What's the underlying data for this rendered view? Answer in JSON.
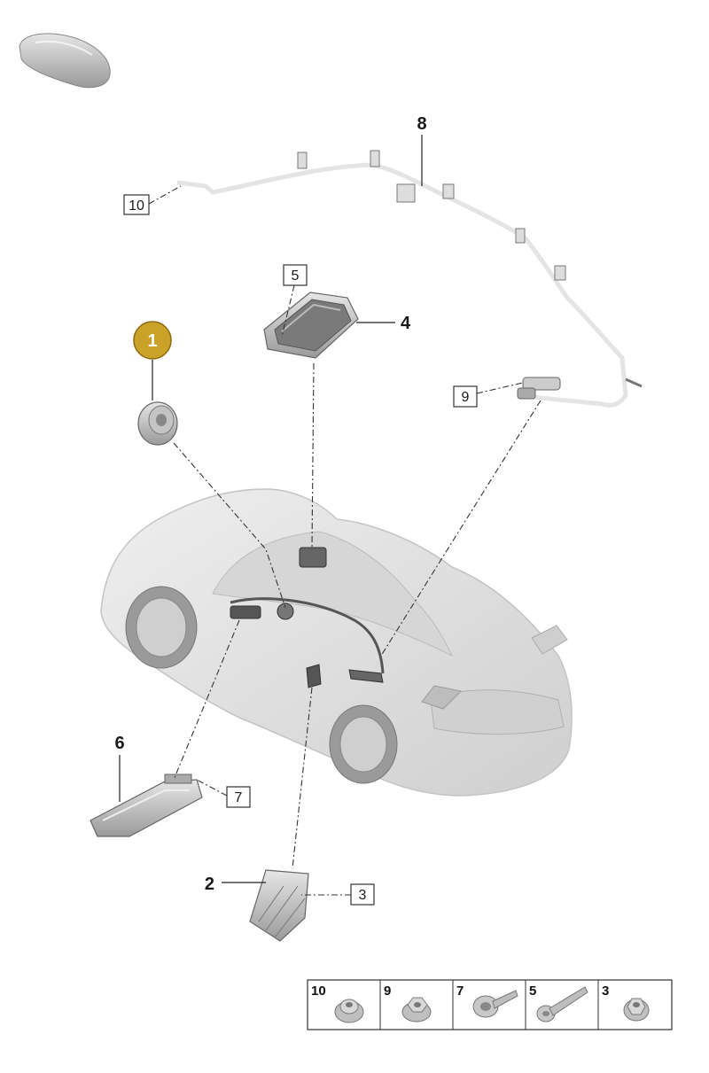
{
  "callouts": {
    "highlighted": "1",
    "p2": "2",
    "p4": "4",
    "p6": "6",
    "p8": "8"
  },
  "boxed_refs": {
    "r3": "3",
    "r5": "5",
    "r7": "7",
    "r9": "9",
    "r10": "10"
  },
  "fastener_table": [
    {
      "label": "10",
      "icon": "flange-nut-icon"
    },
    {
      "label": "9",
      "icon": "hex-flange-nut-icon"
    },
    {
      "label": "7",
      "icon": "flat-head-bolt-icon"
    },
    {
      "label": "5",
      "icon": "washer-bolt-icon"
    },
    {
      "label": "3",
      "icon": "cap-nut-icon"
    }
  ],
  "colors": {
    "highlight": "#c9a227",
    "highlight_border": "#8a6d12",
    "car_body": "#e2e2e2",
    "parts": "#bdbdbd"
  }
}
